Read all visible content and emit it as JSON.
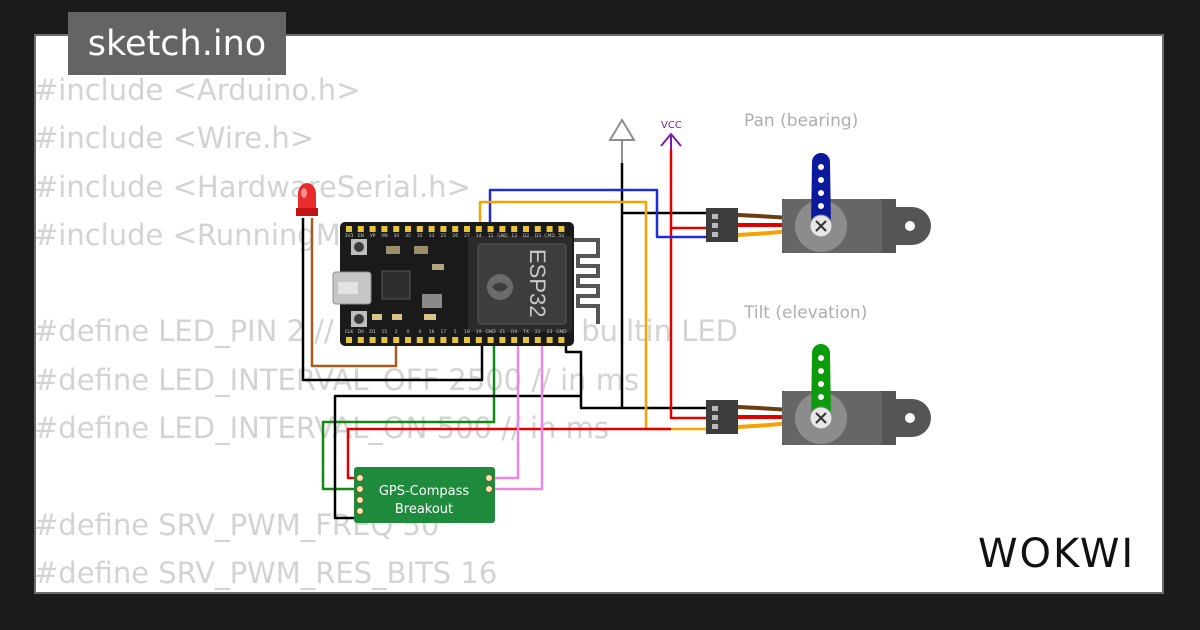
{
  "header": {
    "title": "sketch.ino"
  },
  "code_lines": [
    "#include <Arduino.h>",
    "#include <Wire.h>",
    "#include <HardwareSerial.h>",
    "#include <RunningMedian.h>",
    "",
    "#define LED_PIN 2 // should be using builtin LED",
    "#define LED_INTERVAL_OFF 2500 // in ms",
    "#define LED_INTERVAL_ON 500 // in ms",
    "",
    "#define SRV_PWM_FREQ 50",
    "#define SRV_PWM_RES_BITS 16"
  ],
  "diagram": {
    "vcc_label": "VCC",
    "pan_label": "Pan (bearing)",
    "tilt_label": "Tilt (elevation)",
    "module_line1": "GPS-Compass",
    "module_line2": "Breakout",
    "board_chip_label": "ESP32",
    "pins_top": [
      "3V3",
      "EN",
      "VP",
      "VN",
      "34",
      "35",
      "32",
      "33",
      "25",
      "26",
      "27",
      "14",
      "12",
      "GND",
      "13",
      "D2",
      "D3",
      "CMD",
      "5V"
    ],
    "pins_bottom": [
      "CLK",
      "D0",
      "D1",
      "15",
      "2",
      "0",
      "4",
      "16",
      "17",
      "5",
      "18",
      "19",
      "GND",
      "21",
      "RX",
      "TX",
      "22",
      "23",
      "GND"
    ]
  },
  "brand": {
    "logo_text": "WOKWI"
  },
  "colors": {
    "background": "#1b1b1b",
    "title_tab": "#646464",
    "code_text": "#d3d3d3",
    "wire_black": "#000000",
    "wire_red": "#e00000",
    "wire_blue": "#1f2bd6",
    "wire_orange": "#f5a300",
    "wire_green": "#118a11",
    "wire_pink": "#e987e6",
    "wire_brown": "#a85a1c",
    "board": "#1a1a1a",
    "pan_horn": "#0b1a9c",
    "tilt_horn": "#0b9b0b",
    "module": "#1e8a3c"
  }
}
